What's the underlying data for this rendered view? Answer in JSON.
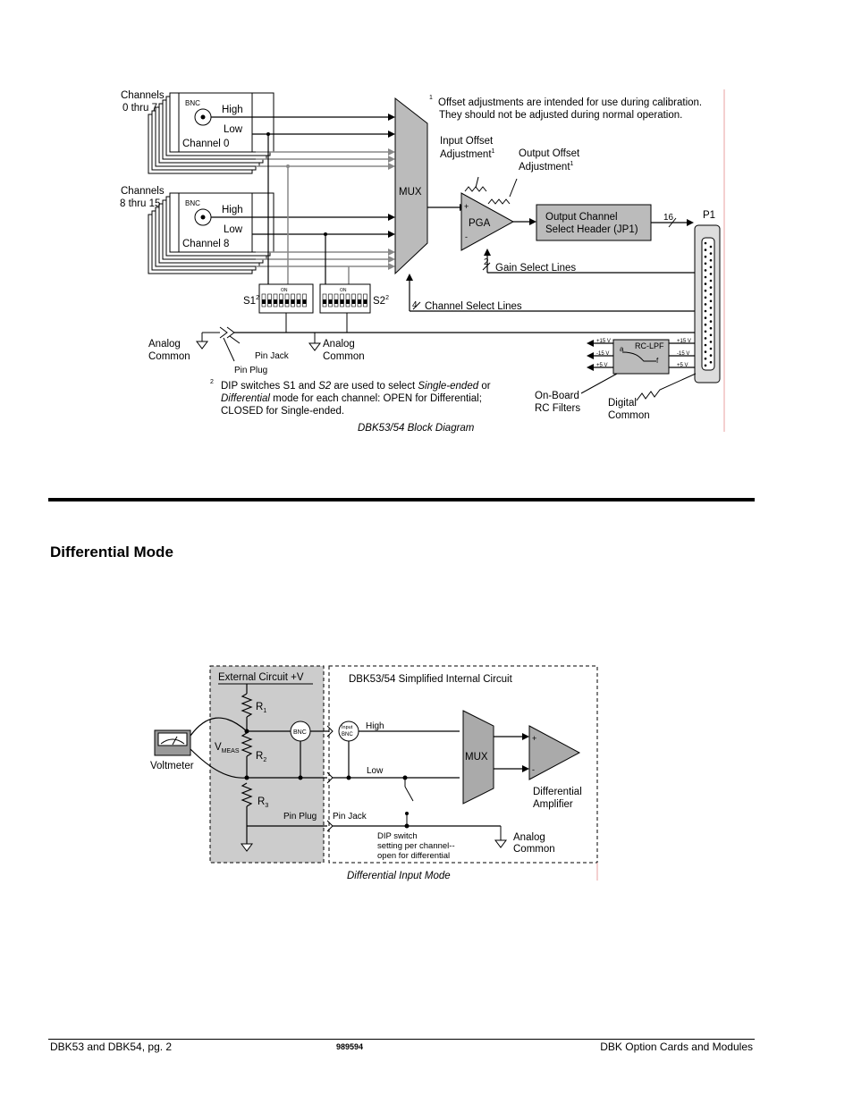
{
  "block_diagram": {
    "caption": "DBK53/54 Block Diagram",
    "channels_a": [
      "Channels",
      "0 thru 7"
    ],
    "channels_b": [
      "Channels",
      "8 thru 15"
    ],
    "bnc": "BNC",
    "high": "High",
    "low": "Low",
    "channel0": "Channel 0",
    "channel8": "Channel 8",
    "mux": "MUX",
    "pga": "PGA",
    "plus": "+",
    "minus": "-",
    "note1_mark": "1",
    "note1": [
      "Offset adjustments are intended for use during calibration.",
      "They should not be adjusted during normal operation."
    ],
    "input_offset": [
      "Input Offset",
      "Adjustment"
    ],
    "output_offset": [
      "Output Offset",
      "Adjustment"
    ],
    "output_header": [
      "Output Channel",
      "Select Header (JP1)"
    ],
    "bus16": "16",
    "p1": "P1",
    "bus2": "2",
    "gain_lines": "Gain Select Lines",
    "bus4": "4",
    "channel_lines": "Channel Select Lines",
    "s1": "S1",
    "s2": "S2",
    "sup2": "2",
    "on": "ON",
    "analog_common": [
      "Analog",
      "Common"
    ],
    "pin_jack": "Pin Jack",
    "pin_plug": "Pin Plug",
    "rc_lpf": "RC-LPF",
    "a": "a",
    "f": "f",
    "rails": [
      "+15 V",
      "-15 V",
      "+5 V"
    ],
    "onboard": [
      "On-Board",
      "RC Filters"
    ],
    "digital_common": [
      "Digital",
      "Common"
    ],
    "note2_mark": "2",
    "note2_l1a": "DIP switches S1 and ",
    "note2_l1b": "S2",
    "note2_l1c": " are used to select ",
    "note2_l1d": "Single-ended",
    "note2_l1e": " or",
    "note2_l2a": "Differential",
    "note2_l2b": " mode for each channel:  OPEN for Differential;",
    "note2_l3": "CLOSED for Single-ended."
  },
  "section_heading": "Differential Mode",
  "diff_diagram": {
    "caption": "Differential Input Mode",
    "external": "External Circuit +V",
    "internal": "DBK53/54 Simplified Internal Circuit",
    "r1": "R",
    "r1_sub": "1",
    "r2": "R",
    "r2_sub": "2",
    "r3": "R",
    "r3_sub": "3",
    "vmeas": "V",
    "vmeas_sub": "MEAS",
    "voltmeter": "Voltmeter",
    "bnc": "BNC",
    "input_bnc": [
      "Input",
      "BNC"
    ],
    "high": "High",
    "low": "Low",
    "mux": "MUX",
    "plus": "+",
    "minus": "-",
    "diff_amp": [
      "Differential",
      "Amplifier"
    ],
    "pin_plug": "Pin Plug",
    "pin_jack": "Pin Jack",
    "dip_switch": [
      "DIP switch",
      "setting per channel--",
      "open for differential"
    ],
    "analog_common": [
      "Analog",
      "Common"
    ]
  },
  "footer": {
    "left": "DBK53 and DBK54, pg.  2",
    "center": "989594",
    "right": "DBK Option Cards and Modules"
  }
}
